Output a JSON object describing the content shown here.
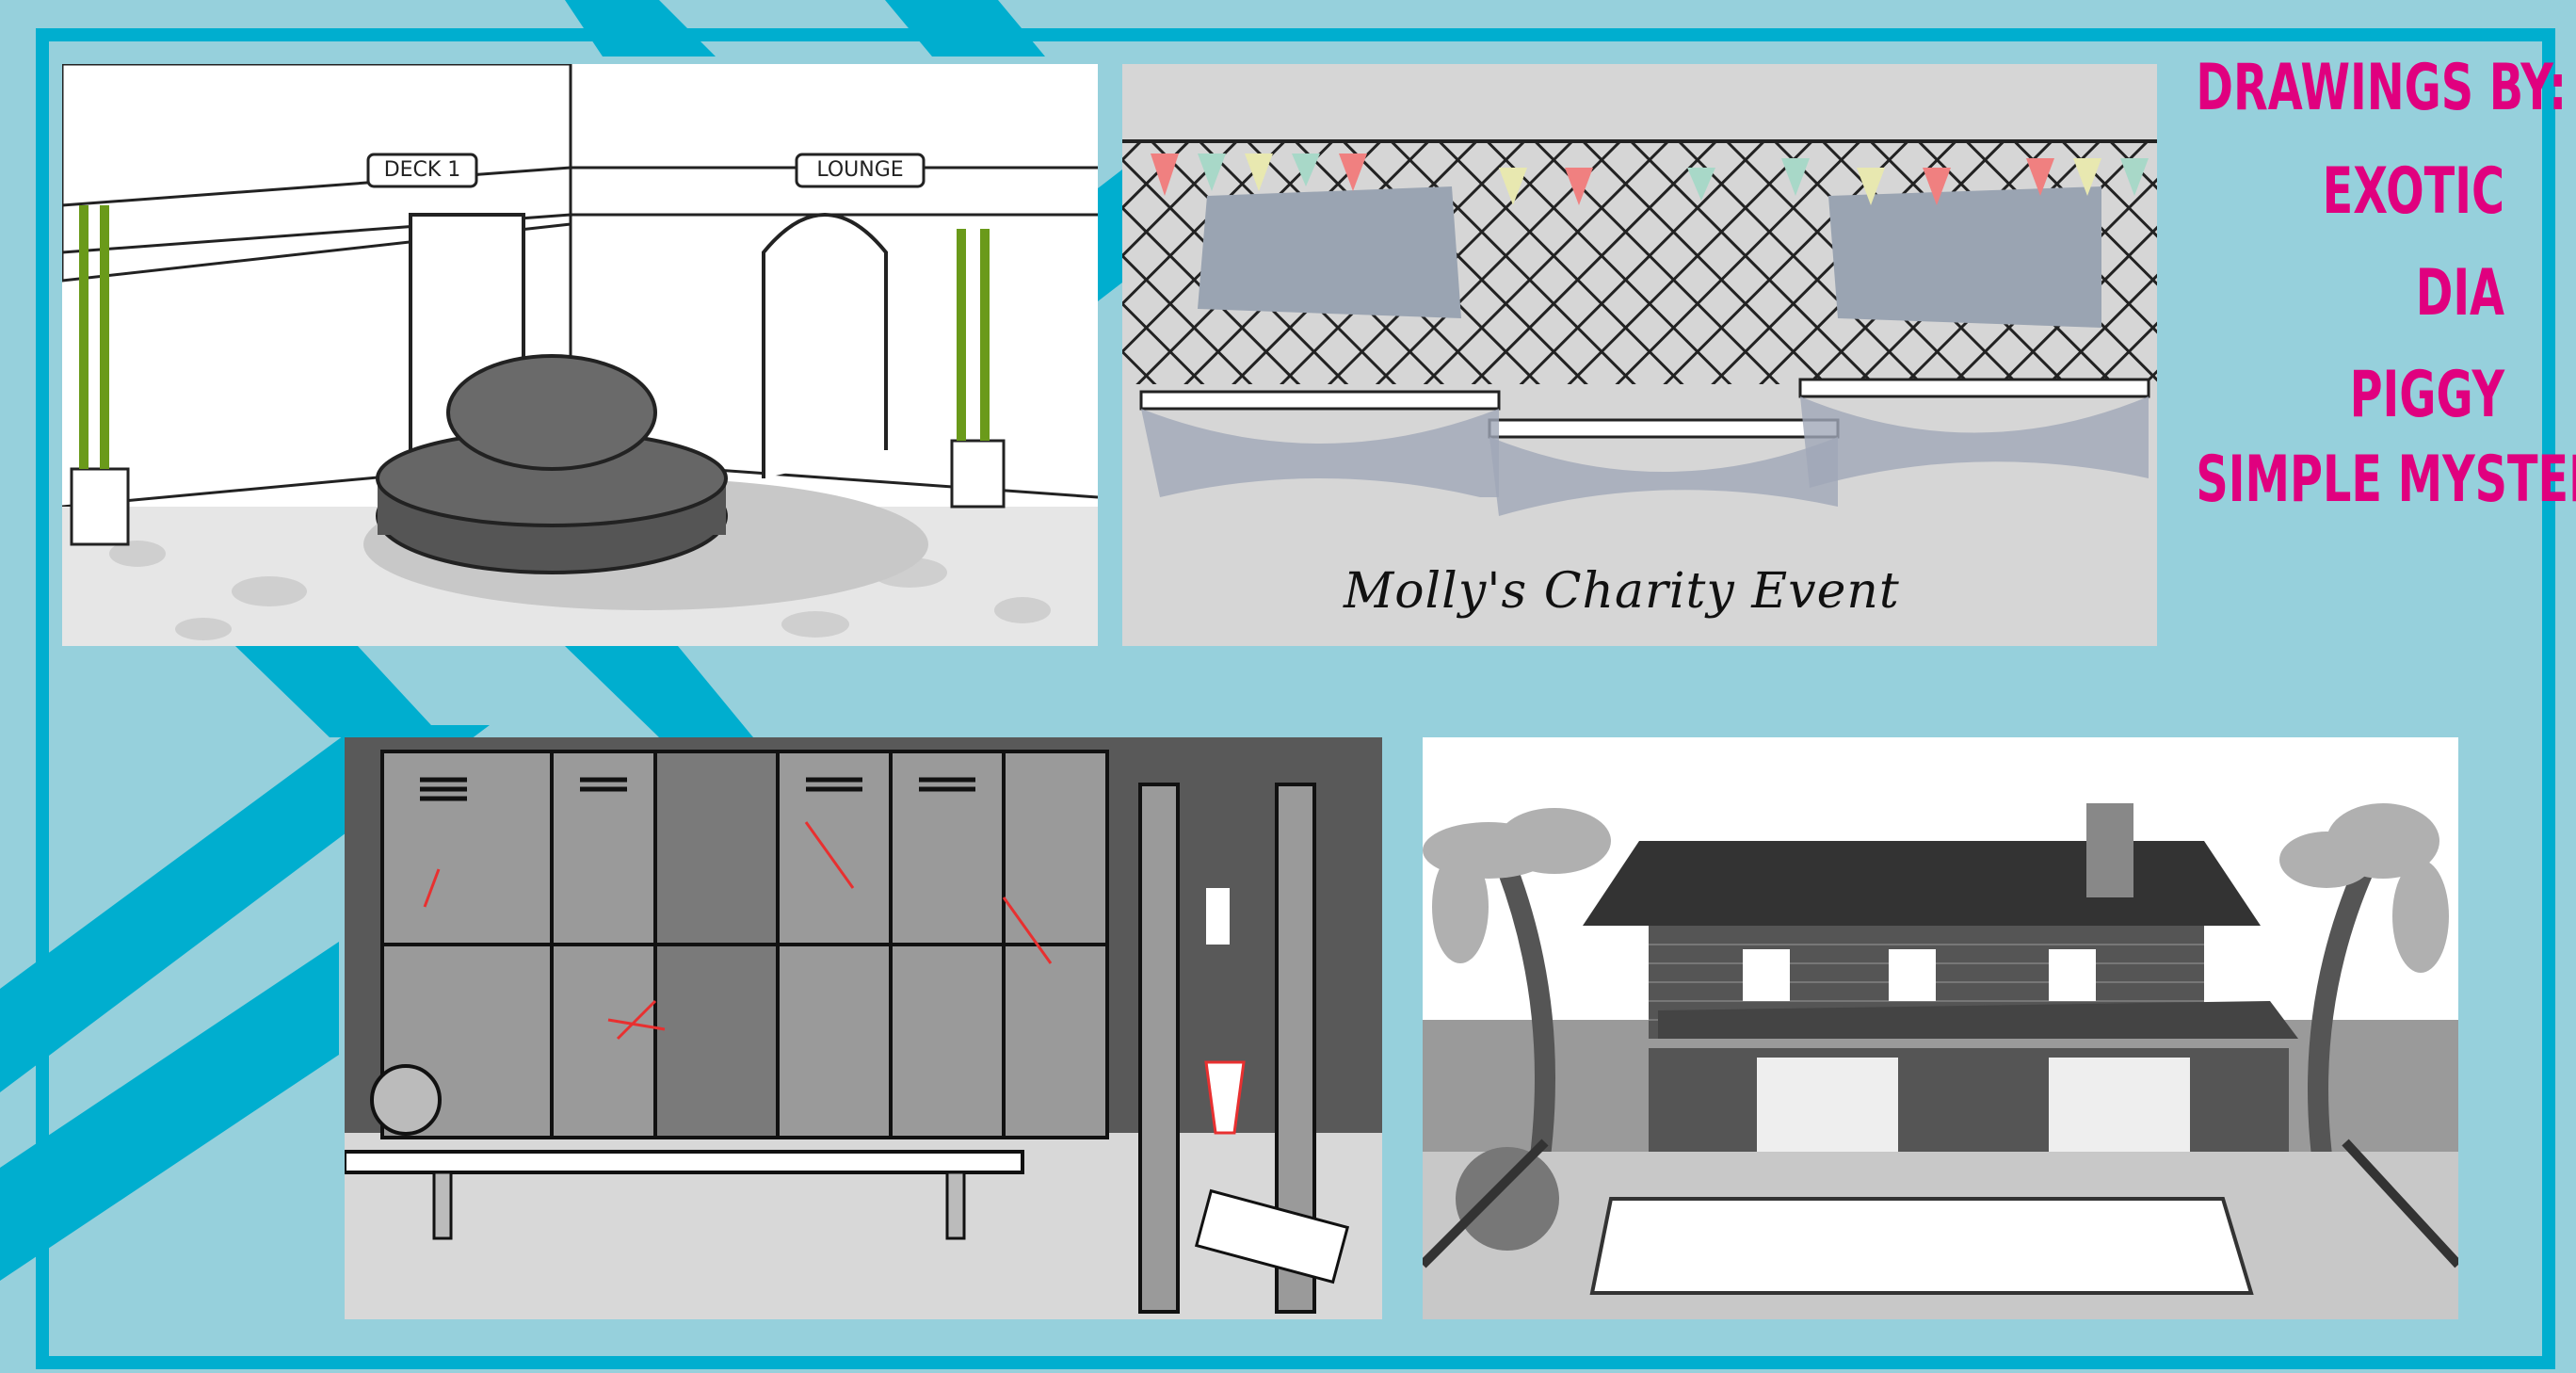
{
  "credits": {
    "heading": "DRAWINGS BY:",
    "names": [
      "EXOTIC",
      "DIA",
      "PIGGY",
      "SIMPLE MYSTERY"
    ]
  },
  "panels": {
    "lobby": {
      "signs": [
        "DECK 1",
        "LOUNGE"
      ]
    },
    "charity": {
      "caption": "Molly's Charity Event"
    },
    "locker_room": {},
    "pool_house": {}
  },
  "colors": {
    "background": "#96d0dc",
    "stripe": "#00aecf",
    "accent_text": "#e0007f"
  }
}
